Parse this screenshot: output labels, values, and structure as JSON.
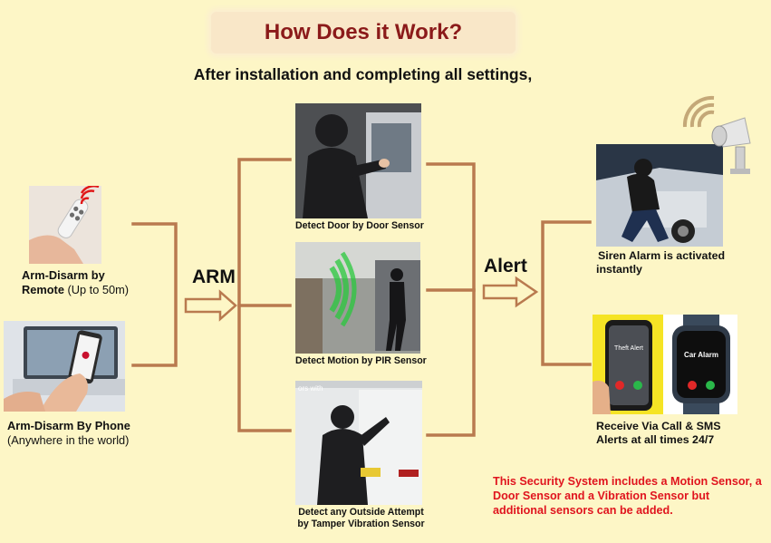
{
  "title": "How Does it Work?",
  "subtitle": "After installation and completing all settings,",
  "inputs": {
    "remote": {
      "label_line1": "Arm-Disarm by",
      "label_bold": "Remote",
      "label_rest": " (Up to 50m)"
    },
    "phone": {
      "label_line1": "Arm-Disarm By Phone",
      "label_line2": "(Anywhere in the world)"
    }
  },
  "arm_label": "ARM",
  "alert_label": "Alert",
  "sensors": {
    "door": "Detect Door by Door Sensor",
    "pir": "Detect Motion by PIR Sensor",
    "tamper_line1": "Detect any Outside Attempt",
    "tamper_line2": "by Tamper Vibration Sensor"
  },
  "outputs": {
    "siren_line1": "Siren Alarm is activated",
    "siren_line2": "instantly",
    "phone_line1": "Receive Via Call & SMS",
    "phone_line2": "Alerts at all times 24/7",
    "phone_screen_text": "Theft Alert",
    "watch_screen_text": "Car Alarm"
  },
  "tamper_photo_text": "ors with",
  "note": "This Security System includes  a Motion Sensor, a Door Sensor and a Vibration Sensor but additional sensors can be added.",
  "colors": {
    "background": "#fdf6c6",
    "title_text": "#8b1a1a",
    "connector": "#b97a4f",
    "note_text": "#e0141e",
    "phone_bg": "#f5e425"
  }
}
